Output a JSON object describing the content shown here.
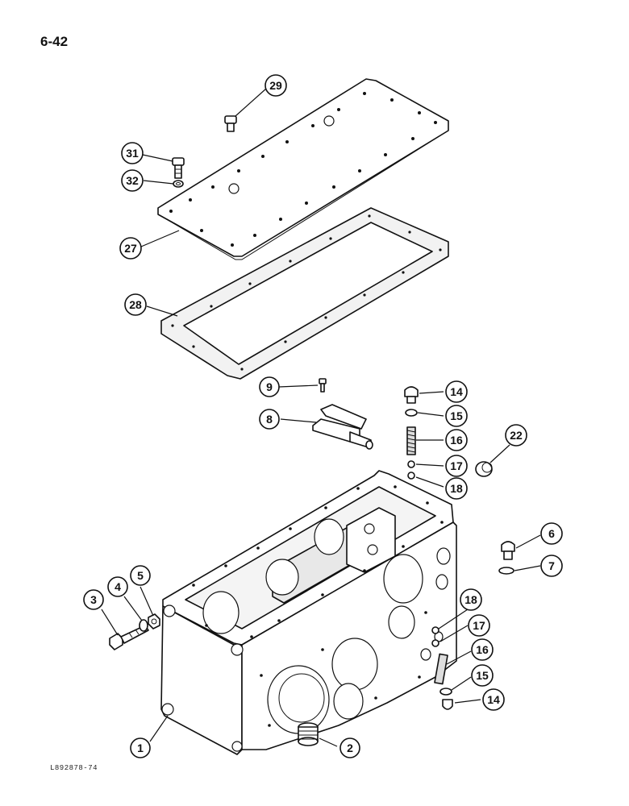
{
  "page": {
    "number": "6-42",
    "ref_code": "L892878-74"
  },
  "callouts": [
    {
      "id": "c29",
      "label": "29"
    },
    {
      "id": "c31",
      "label": "31"
    },
    {
      "id": "c32",
      "label": "32"
    },
    {
      "id": "c27",
      "label": "27"
    },
    {
      "id": "c28",
      "label": "28"
    },
    {
      "id": "c9",
      "label": "9"
    },
    {
      "id": "c8",
      "label": "8"
    },
    {
      "id": "c14a",
      "label": "14"
    },
    {
      "id": "c15a",
      "label": "15"
    },
    {
      "id": "c16a",
      "label": "16"
    },
    {
      "id": "c17a",
      "label": "17"
    },
    {
      "id": "c18a",
      "label": "18"
    },
    {
      "id": "c22",
      "label": "22"
    },
    {
      "id": "c6",
      "label": "6"
    },
    {
      "id": "c7",
      "label": "7"
    },
    {
      "id": "c5",
      "label": "5"
    },
    {
      "id": "c4",
      "label": "4"
    },
    {
      "id": "c3",
      "label": "3"
    },
    {
      "id": "c18b",
      "label": "18"
    },
    {
      "id": "c17b",
      "label": "17"
    },
    {
      "id": "c16b",
      "label": "16"
    },
    {
      "id": "c15b",
      "label": "15"
    },
    {
      "id": "c14b",
      "label": "14"
    },
    {
      "id": "c1",
      "label": "1"
    },
    {
      "id": "c2",
      "label": "2"
    }
  ]
}
